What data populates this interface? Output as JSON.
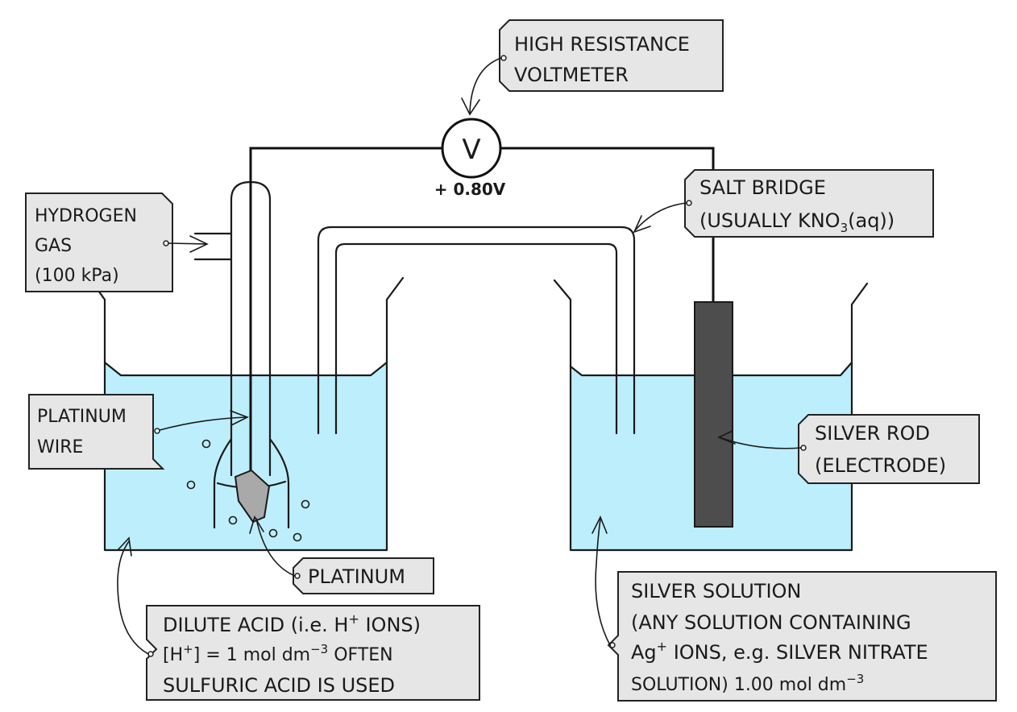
{
  "colors": {
    "solution": "#bdeefb",
    "label_box": "#e6e6e6",
    "silver_rod": "#4d4d4d",
    "platinum": "#a9a9a9",
    "outline": "#1a1a1a"
  },
  "voltmeter": {
    "symbol": "V",
    "reading": "+ 0.80V"
  },
  "labels": {
    "voltmeter": [
      "HIGH  RESISTANCE",
      "VOLTMETER"
    ],
    "hydrogen": [
      "HYDROGEN",
      "GAS",
      "(100 kPa)"
    ],
    "salt_bridge_line1": "SALT  BRIDGE",
    "salt_bridge_line2": {
      "pre": "(USUALLY  KNO",
      "sub": "3",
      "post": "(aq))"
    },
    "platinum_wire": [
      "PLATINUM",
      "WIRE"
    ],
    "silver_rod": [
      "SILVER  ROD",
      "(ELECTRODE)"
    ],
    "platinum": "PLATINUM",
    "acid_line1": {
      "pre": "DILUTE  ACID  (i.e.  H",
      "sup": "+",
      "post": "  IONS)"
    },
    "acid_line2": {
      "pre": "[H",
      "sup": "+",
      "mid": "] = 1 mol dm",
      "sup2": "−3",
      "post": "  OFTEN"
    },
    "acid_line3": "SULFURIC  ACID  IS  USED",
    "silver_solution_line1": "SILVER  SOLUTION",
    "silver_solution_line2": "(ANY  SOLUTION  CONTAINING",
    "silver_solution_line3": {
      "pre": "Ag",
      "sup": "+",
      "post": "  IONS,  e.g.  SILVER  NITRATE"
    },
    "silver_solution_line4": {
      "pre": "SOLUTION)  1.00 mol dm",
      "sup": "−3"
    }
  }
}
